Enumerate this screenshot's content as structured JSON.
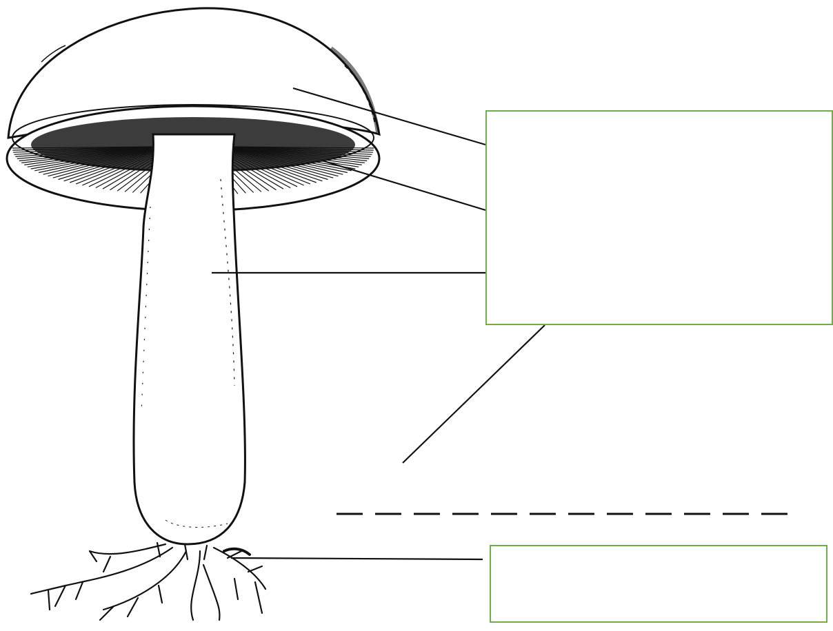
{
  "diagram": {
    "title": "",
    "label_boxes": {
      "upper": {
        "entries": [
          "",
          "",
          ""
        ]
      },
      "lower": {
        "entries": [
          ""
        ]
      }
    },
    "colors": {
      "box_border": "#70ad47",
      "ink": "#111111",
      "gill_fill": "#1a1a1a",
      "background": "#ffffff"
    },
    "parts_pointed_to": [
      "cap",
      "gills",
      "stem",
      "ground-level",
      "mycelium"
    ]
  }
}
